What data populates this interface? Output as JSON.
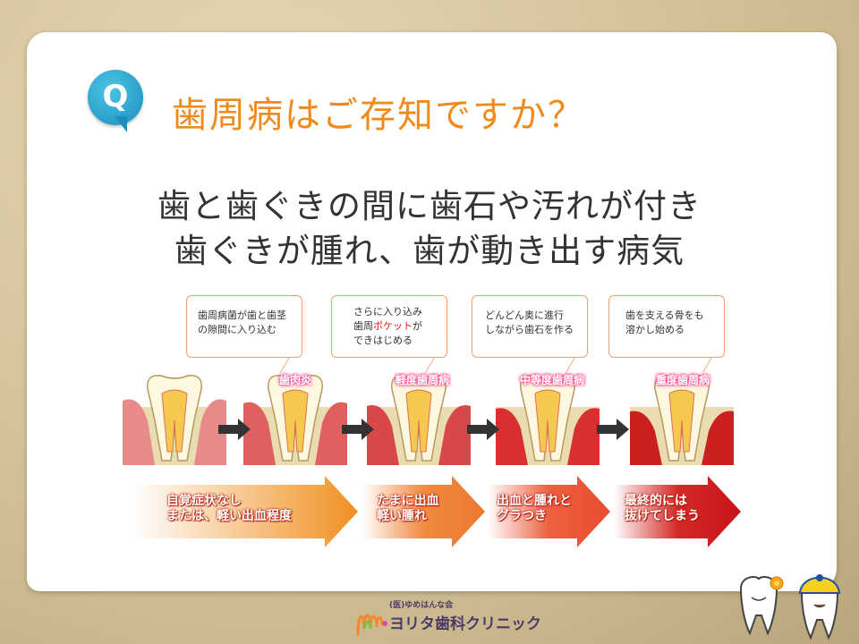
{
  "question_badge": "Q",
  "title": "歯周病はご存知ですか？",
  "lead": [
    "歯と歯ぐきの間に歯石や汚れが付き",
    "歯ぐきが腫れ、歯が動き出す病気"
  ],
  "bubbles": [
    {
      "lines": [
        "歯周病菌が歯と歯茎",
        "の隙間に入り込む"
      ]
    },
    {
      "line1": "さらに入り込み",
      "line2a": "歯周",
      "line2b": "ポケット",
      "line2c": "が",
      "line3": "できはじめる"
    },
    {
      "lines": [
        "どんどん奥に進行",
        "しながら歯石を作る"
      ]
    },
    {
      "lines": [
        "歯を支える骨をも",
        "溶かし始める"
      ]
    }
  ],
  "stages": [
    "歯肉炎",
    "軽度歯周病",
    "中等度歯周病",
    "重度歯周病"
  ],
  "symptoms": [
    {
      "lines": [
        "自覚症状なし",
        "または、軽い出血程度"
      ]
    },
    {
      "lines": [
        "たまに出血",
        "軽い腫れ"
      ]
    },
    {
      "lines": [
        "出血と腫れと",
        "グラつき"
      ]
    },
    {
      "lines": [
        "最終的には",
        "抜けてしまう"
      ]
    }
  ],
  "logo": {
    "org": "(医)ゆめはんな会",
    "name": "ヨリタ歯科クリニック"
  },
  "colors": {
    "title": "#ef8a1c",
    "badge": "#1a8fbe",
    "arrow1": "#f09020",
    "arrow4": "#c8141c"
  }
}
